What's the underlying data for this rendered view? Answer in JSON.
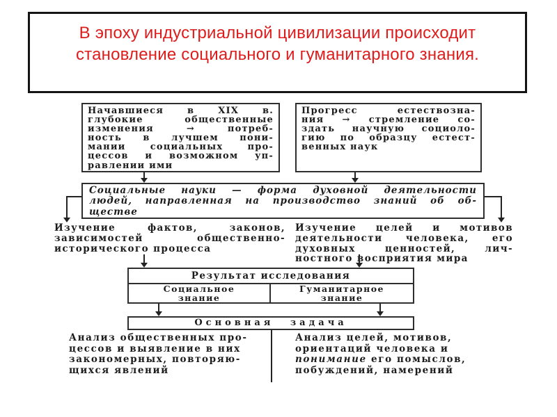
{
  "colors": {
    "title_red": "#dd1c1c",
    "ink": "#1c1c1c"
  },
  "title": {
    "lines": [
      "В эпоху индустриальной цивилизации происходит",
      "становление социального и гуманитарного знания."
    ]
  },
  "diagram": {
    "top_left": {
      "lines": [
        "Начавшиеся в XIX в.",
        "глубокие общественные",
        "изменения → потреб-",
        "ность в лучшем пони-",
        "мании социальных про-",
        "цессов и возможном уп-",
        "равлении ими"
      ]
    },
    "top_right": {
      "lines": [
        "Прогресс естествозна-",
        "ния → стремление со-",
        "здать научную социоло-",
        "гию по образцу естест-",
        "венных наук"
      ]
    },
    "definition": {
      "lines": [
        "Социальные науки — форма духовной деятельности",
        "людей, направленная на производство знаний об об-",
        "ществе"
      ]
    },
    "facts": {
      "lines": [
        "Изучение фактов, законов,",
        "зависимостей общественно-",
        "исторического процесса"
      ]
    },
    "goals": {
      "lines": [
        "Изучение целей и мотивов",
        "деятельности человека, его",
        "духовных ценностей, лич-",
        "ностного восприятия мира"
      ]
    },
    "result": {
      "header": "Результат исследования",
      "left_cell": {
        "lines": [
          "Социальное",
          "знание"
        ]
      },
      "right_cell": {
        "lines": [
          "Гуманитарное",
          "знание"
        ]
      }
    },
    "task": {
      "label": "Основная задача"
    },
    "bottom_left": {
      "lines": [
        "Анализ общественных про-",
        "цессов и выявление в них",
        "закономерных, повторяю-",
        "щихся явлений"
      ]
    },
    "bottom_right": {
      "line1": "Анализ целей, мотивов,",
      "line2": "ориентаций человека и",
      "line3_italic": "понимание",
      "line3_rest": " его помыслов,",
      "line4": "побуждений, намерений"
    }
  }
}
